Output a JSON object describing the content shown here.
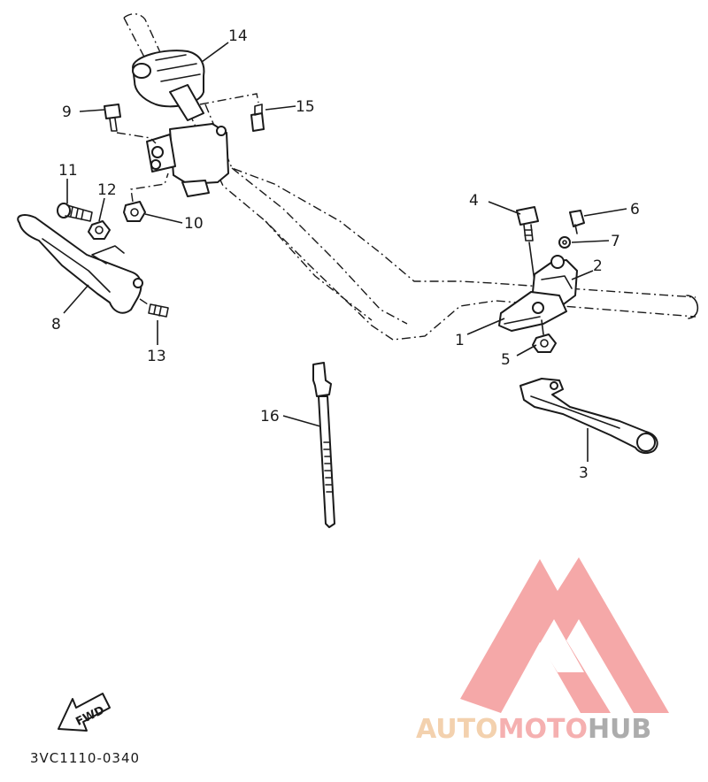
{
  "callouts": [
    {
      "id": "1",
      "label": "1"
    },
    {
      "id": "2",
      "label": "2"
    },
    {
      "id": "3",
      "label": "3"
    },
    {
      "id": "4",
      "label": "4"
    },
    {
      "id": "5",
      "label": "5"
    },
    {
      "id": "6",
      "label": "6"
    },
    {
      "id": "7",
      "label": "7"
    },
    {
      "id": "8",
      "label": "8"
    },
    {
      "id": "9",
      "label": "9"
    },
    {
      "id": "10",
      "label": "10"
    },
    {
      "id": "11",
      "label": "11"
    },
    {
      "id": "12",
      "label": "12"
    },
    {
      "id": "13",
      "label": "13"
    },
    {
      "id": "14",
      "label": "14"
    },
    {
      "id": "15",
      "label": "15"
    },
    {
      "id": "16",
      "label": "16"
    }
  ],
  "diagram_code": "3VC1110-0340",
  "fwd_label": "FWD",
  "logo": {
    "word_part1": "AUTO",
    "word_part2": "MOTO",
    "word_part3": "HUB",
    "color_part1": "#f2c9a0",
    "color_part2": "#f4a3a3",
    "color_part3": "#9e9e9e",
    "mark_color": "#f49a9a"
  }
}
